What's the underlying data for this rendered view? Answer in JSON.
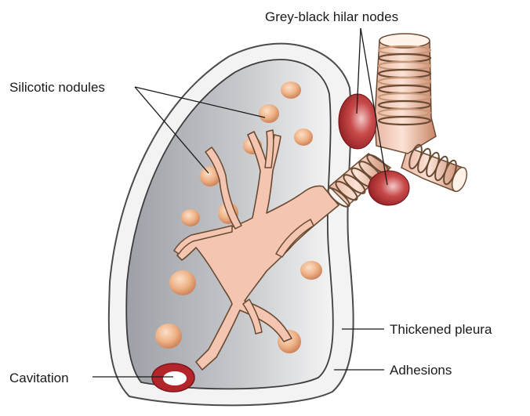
{
  "labels": {
    "hilar_nodes": "Grey-black hilar nodes",
    "silicotic_nodules": "Silicotic nodules",
    "thickened_pleura": "Thickened pleura",
    "cavitation": "Cavitation",
    "adhesions": "Adhesions"
  },
  "colors": {
    "pleura_outer": "#f2f2f2",
    "lung_fill": "#b9bcc2",
    "lung_light": "#eeeeee",
    "bronchus": "#f4c6b2",
    "bronchus_outline": "#6a4a32",
    "cartilage_ring": "#c89776",
    "nodule": "#e9a878",
    "hilar_node": "#a8252b",
    "cavity": "#b3252a"
  }
}
